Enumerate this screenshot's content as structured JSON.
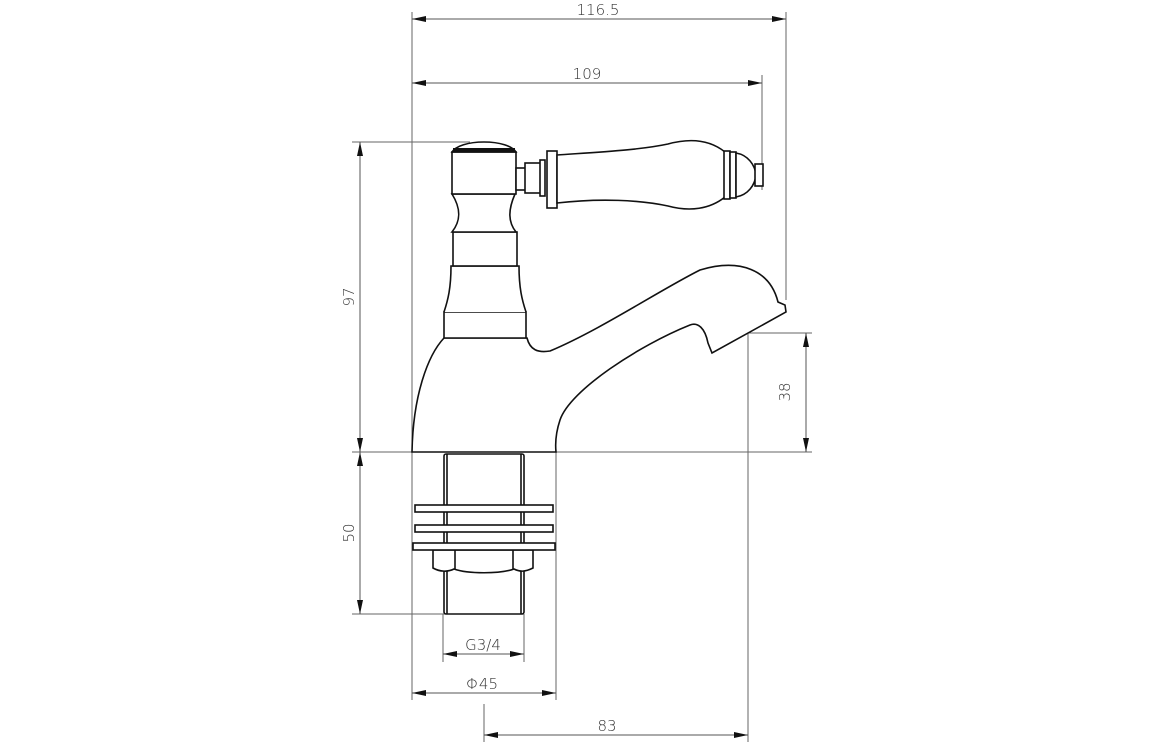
{
  "drawing": {
    "subject": "Pillar tap technical drawing (side elevation)",
    "units": "mm",
    "colors": {
      "line": "#111111",
      "dimension": "#555555",
      "background": "#ffffff"
    }
  },
  "dimensions": {
    "overall_width": {
      "label": "116.5",
      "orientation": "horizontal"
    },
    "handle_reach": {
      "label": "109",
      "orientation": "horizontal"
    },
    "height_above_deck": {
      "label": "97",
      "orientation": "vertical"
    },
    "spout_outlet_height": {
      "label": "38",
      "orientation": "vertical"
    },
    "tail_length": {
      "label": "50",
      "orientation": "vertical"
    },
    "thread_size": {
      "label": "G3/4",
      "orientation": "horizontal"
    },
    "base_diameter": {
      "label": "Φ45",
      "orientation": "horizontal"
    },
    "spout_projection": {
      "label": "83",
      "orientation": "horizontal"
    }
  },
  "components": [
    {
      "name": "lever-handle",
      "description": "Ceramic lever handle with ringed end cap"
    },
    {
      "name": "headgear-cap",
      "description": "Domed indexed cap on headgear"
    },
    {
      "name": "waisted-body",
      "description": "Waisted headgear shroud"
    },
    {
      "name": "spout",
      "description": "Curved spout with angled outlet"
    },
    {
      "name": "base",
      "description": "Flared tap base"
    },
    {
      "name": "threaded-tail",
      "description": "Threaded tail with washers and back nut"
    }
  ]
}
